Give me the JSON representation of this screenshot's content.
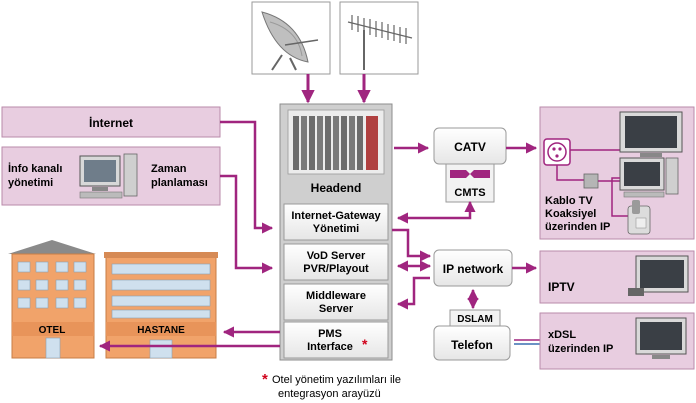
{
  "colors": {
    "connector": "#a0257f",
    "panel_fill": "#e8cde0",
    "panel_stroke": "#b98aaa",
    "box_fill": "#f4f4f4",
    "box_stroke": "#8c8c8c",
    "headend_fill": "#d0d0d0",
    "asterisk": "#d0021b",
    "building_orange": "#f1a36a",
    "building_window": "#cfe0ee"
  },
  "inputs": {
    "internet": "İnternet",
    "info_kanali": "İnfo kanalı\nyönetimi",
    "zaman_planlamasi": "Zaman\nplanlaması"
  },
  "headend": {
    "title": "Headend",
    "modules": [
      "Internet-Gateway\nYönetimi",
      "VoD Server\nPVR/Playout",
      "Middleware\nServer",
      "PMS\nInterface"
    ],
    "asterisk": "*"
  },
  "buildings": {
    "otel": "OTEL",
    "hastane": "HASTANE"
  },
  "network": {
    "catv": "CATV",
    "cmts": "CMTS",
    "ip_network": "IP network",
    "dslam": "DSLAM",
    "telefon": "Telefon"
  },
  "outputs": {
    "kablo_tv": "Kablo TV\nKoaksiyel\nüzerinden IP",
    "iptv": "IPTV",
    "xdsl": "xDSL\nüzerinden IP"
  },
  "footnote": {
    "asterisk": "*",
    "line1": "Otel yönetim yazılımları ile",
    "line2": "entegrasyon arayüzü"
  },
  "icons": [
    "satellite-dish-icon",
    "antenna-icon",
    "computer-icon",
    "tv-icon",
    "phone-icon",
    "modem-icon",
    "coax-outlet-icon"
  ]
}
